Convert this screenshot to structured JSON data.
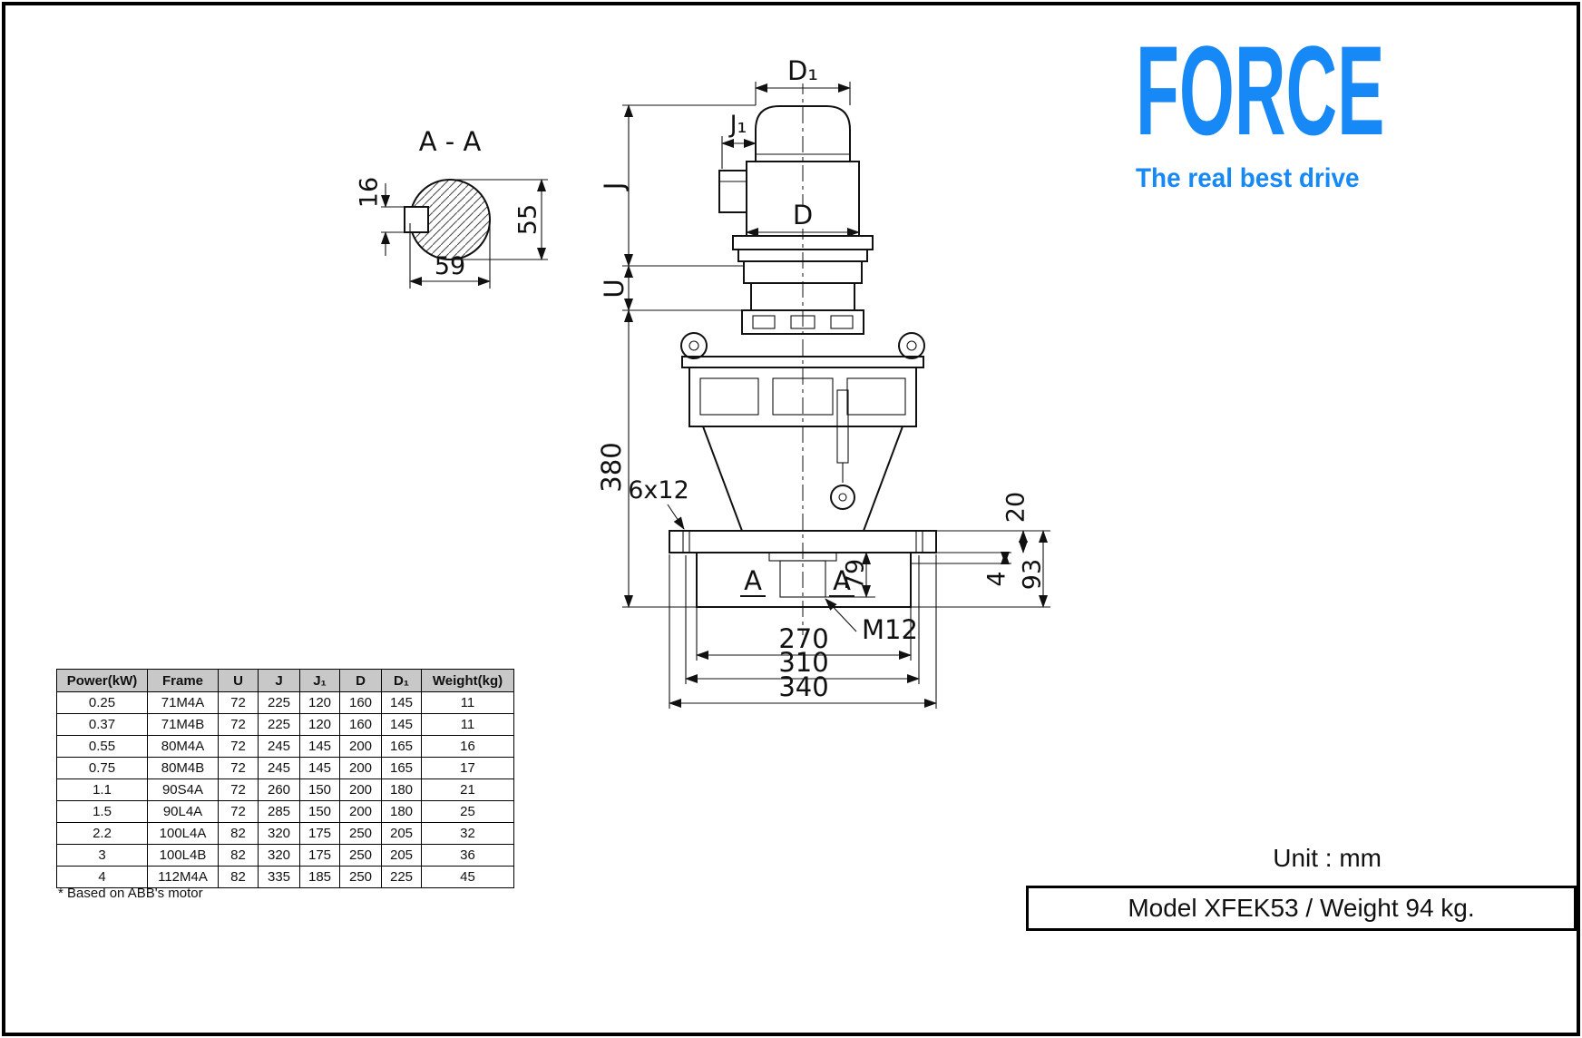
{
  "logo": {
    "brand": "FORCE",
    "tagline": "The real best drive",
    "color": "#1789f6"
  },
  "drawing": {
    "section_title": "A - A",
    "dims": {
      "d1": "D₁",
      "j1": "J₁",
      "d": "D",
      "j": "J",
      "u": "U",
      "h380": "380",
      "holes": "6x12",
      "t20": "20",
      "t4": "4",
      "t93": "93",
      "w79": "79",
      "m12": "M12",
      "w270": "270",
      "w310": "310",
      "w340": "340",
      "a_left": "A",
      "a_right": "A",
      "s16": "16",
      "s55": "55",
      "s59": "59"
    }
  },
  "table": {
    "headers": [
      "Power(kW)",
      "Frame",
      "U",
      "J",
      "J₁",
      "D",
      "D₁",
      "Weight(kg)"
    ],
    "rows": [
      [
        "0.25",
        "71M4A",
        "72",
        "225",
        "120",
        "160",
        "145",
        "11"
      ],
      [
        "0.37",
        "71M4B",
        "72",
        "225",
        "120",
        "160",
        "145",
        "11"
      ],
      [
        "0.55",
        "80M4A",
        "72",
        "245",
        "145",
        "200",
        "165",
        "16"
      ],
      [
        "0.75",
        "80M4B",
        "72",
        "245",
        "145",
        "200",
        "165",
        "17"
      ],
      [
        "1.1",
        "90S4A",
        "72",
        "260",
        "150",
        "200",
        "180",
        "21"
      ],
      [
        "1.5",
        "90L4A",
        "72",
        "285",
        "150",
        "200",
        "180",
        "25"
      ],
      [
        "2.2",
        "100L4A",
        "82",
        "320",
        "175",
        "250",
        "205",
        "32"
      ],
      [
        "3",
        "100L4B",
        "82",
        "320",
        "175",
        "250",
        "205",
        "36"
      ],
      [
        "4",
        "112M4A",
        "82",
        "335",
        "185",
        "250",
        "225",
        "45"
      ]
    ],
    "footnote": "* Based on ABB's motor"
  },
  "footer": {
    "unit": "Unit : mm",
    "model": "Model XFEK53 / Weight 94 kg."
  },
  "colors": {
    "line": "#111111",
    "table_header_bg": "#c8c8c8"
  }
}
